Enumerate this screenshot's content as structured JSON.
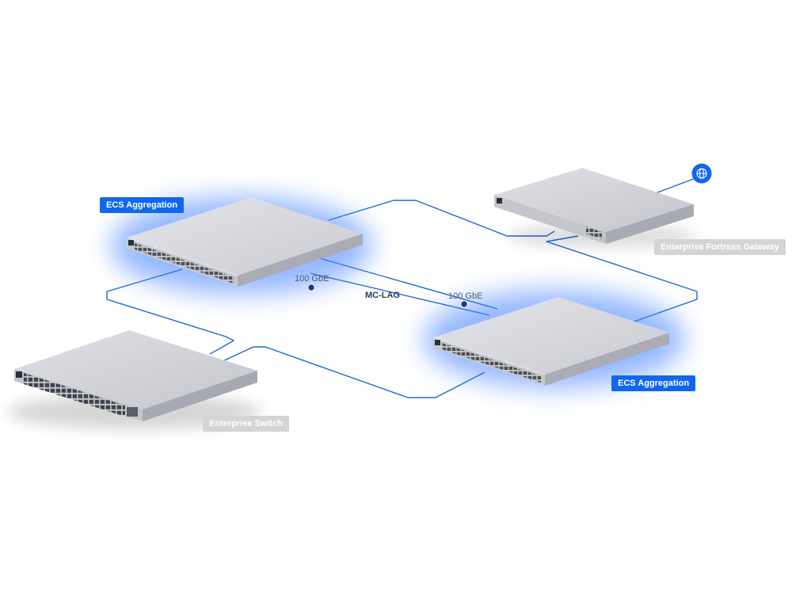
{
  "diagram": {
    "labels": {
      "ecs_aggregation_top": "ECS Aggregation",
      "ecs_aggregation_bottom": "ECS Aggregation",
      "enterprise_switch": "Enterprise Switch",
      "enterprise_fortress_gateway": "Enterprise Fortress Gateway"
    },
    "links": {
      "speed_left": "100 GbE",
      "speed_right": "100 GbE",
      "mc_lag": "MC-LAG"
    },
    "icons": {
      "internet": "globe-icon",
      "link_node": "link-node-icon"
    },
    "colors": {
      "link_line": "#1a6ad8",
      "accent_label": "#1166f0",
      "muted_label": "#d4d4d6",
      "glow": "#3d7dff",
      "device_top": "#dcdde2",
      "device_front": "#c2c4ca"
    }
  }
}
